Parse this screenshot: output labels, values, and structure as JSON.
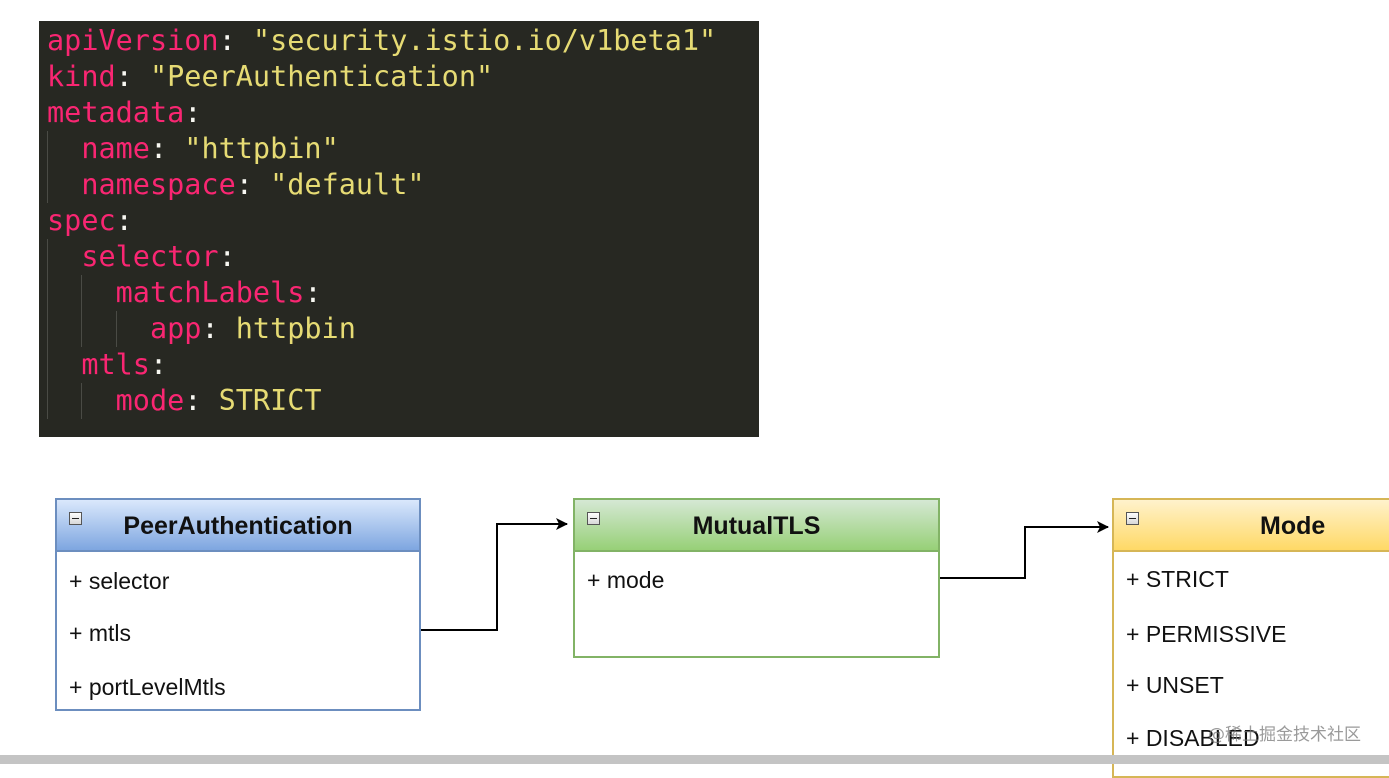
{
  "code": {
    "lines": [
      {
        "tokens": [
          {
            "t": "apiVersion",
            "c": "key"
          },
          {
            "t": ": ",
            "c": "punct"
          },
          {
            "t": "\"security.istio.io/v1beta1\"",
            "c": "str"
          }
        ],
        "guides": 0
      },
      {
        "tokens": [
          {
            "t": "kind",
            "c": "key"
          },
          {
            "t": ": ",
            "c": "punct"
          },
          {
            "t": "\"PeerAuthentication\"",
            "c": "str"
          }
        ],
        "guides": 0
      },
      {
        "tokens": [
          {
            "t": "metadata",
            "c": "key"
          },
          {
            "t": ":",
            "c": "punct"
          }
        ],
        "guides": 0
      },
      {
        "tokens": [
          {
            "t": "  ",
            "c": "punct"
          },
          {
            "t": "name",
            "c": "key"
          },
          {
            "t": ": ",
            "c": "punct"
          },
          {
            "t": "\"httpbin\"",
            "c": "str"
          }
        ],
        "guides": 1
      },
      {
        "tokens": [
          {
            "t": "  ",
            "c": "punct"
          },
          {
            "t": "namespace",
            "c": "key"
          },
          {
            "t": ": ",
            "c": "punct"
          },
          {
            "t": "\"default\"",
            "c": "str"
          }
        ],
        "guides": 1
      },
      {
        "tokens": [
          {
            "t": "spec",
            "c": "key"
          },
          {
            "t": ":",
            "c": "punct"
          }
        ],
        "guides": 0
      },
      {
        "tokens": [
          {
            "t": "  ",
            "c": "punct"
          },
          {
            "t": "selector",
            "c": "key"
          },
          {
            "t": ":",
            "c": "punct"
          }
        ],
        "guides": 1
      },
      {
        "tokens": [
          {
            "t": "    ",
            "c": "punct"
          },
          {
            "t": "matchLabels",
            "c": "key"
          },
          {
            "t": ":",
            "c": "punct"
          }
        ],
        "guides": 2
      },
      {
        "tokens": [
          {
            "t": "      ",
            "c": "punct"
          },
          {
            "t": "app",
            "c": "key"
          },
          {
            "t": ": ",
            "c": "punct"
          },
          {
            "t": "httpbin",
            "c": "plain"
          }
        ],
        "guides": 3
      },
      {
        "tokens": [
          {
            "t": "  ",
            "c": "punct"
          },
          {
            "t": "mtls",
            "c": "key"
          },
          {
            "t": ":",
            "c": "punct"
          }
        ],
        "guides": 1
      },
      {
        "tokens": [
          {
            "t": "    ",
            "c": "punct"
          },
          {
            "t": "mode",
            "c": "key"
          },
          {
            "t": ": ",
            "c": "punct"
          },
          {
            "t": "STRICT",
            "c": "plain"
          }
        ],
        "guides": 2
      }
    ]
  },
  "diagram": {
    "peer_authentication": {
      "title": "PeerAuthentication",
      "attributes": [
        "+ selector",
        "+ mtls",
        "+ portLevelMtls"
      ]
    },
    "mutual_tls": {
      "title": "MutualTLS",
      "attributes": [
        "+ mode"
      ]
    },
    "mode": {
      "title": "Mode",
      "attributes": [
        "+ STRICT",
        "+ PERMISSIVE",
        "+ UNSET",
        "+ DISABLED"
      ]
    }
  },
  "watermark": "@稀土掘金技术社区",
  "colors": {
    "code_background": "#272822",
    "code_key": "#f92672",
    "code_string": "#e6db74",
    "peer_header": "#7ea6e0",
    "mutual_header": "#97d077",
    "mode_header": "#ffd966"
  }
}
